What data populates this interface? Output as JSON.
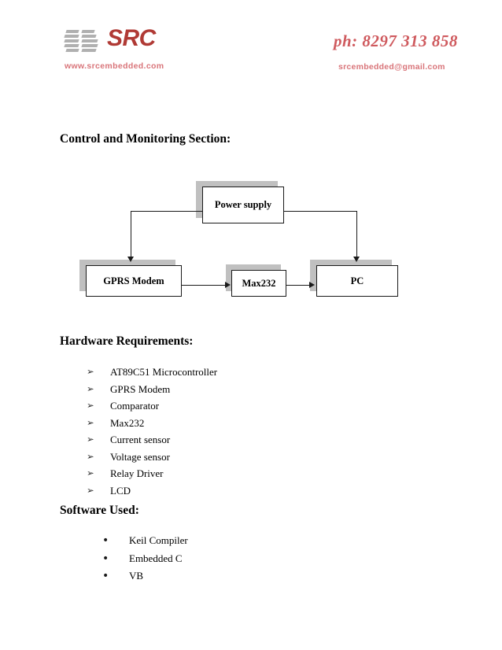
{
  "header": {
    "logo_text": "SRC",
    "logo_bars_icon": "stepped-bars-icon",
    "website": "www.srcembedded.com",
    "phone": "ph: 8297 313 858",
    "email": "srcembedded@gmail.com",
    "brand_red": "#b03a35",
    "accent_pink": "#d9757a",
    "phone_red": "#cf5a5e"
  },
  "sections": {
    "control_heading": "Control and Monitoring Section:",
    "hardware_heading": "Hardware Requirements:",
    "software_heading": "Software Used:"
  },
  "diagram": {
    "type": "block-diagram",
    "nodes": [
      {
        "id": "power",
        "label": "Power supply"
      },
      {
        "id": "gprs",
        "label": "GPRS Modem"
      },
      {
        "id": "max232",
        "label": "Max232"
      },
      {
        "id": "pc",
        "label": "PC"
      }
    ],
    "edges": [
      {
        "from": "power",
        "to": "gprs",
        "style": "elbow-left-down",
        "arrow": "down"
      },
      {
        "from": "power",
        "to": "pc",
        "style": "elbow-right-down",
        "arrow": "down"
      },
      {
        "from": "gprs",
        "to": "max232",
        "style": "straight",
        "arrow": "right"
      },
      {
        "from": "max232",
        "to": "pc",
        "style": "straight",
        "arrow": "right"
      }
    ],
    "node_fill": "#ffffff",
    "node_border": "#1a1a1a",
    "node_shadow": "#c0c0c0"
  },
  "hardware_list": {
    "marker": "➢",
    "items": [
      "AT89C51 Microcontroller",
      "GPRS Modem",
      "Comparator",
      "Max232",
      "Current sensor",
      "Voltage sensor",
      "Relay Driver",
      "LCD"
    ]
  },
  "software_list": {
    "marker": "•",
    "items": [
      "Keil Compiler",
      "Embedded C",
      "VB"
    ]
  }
}
